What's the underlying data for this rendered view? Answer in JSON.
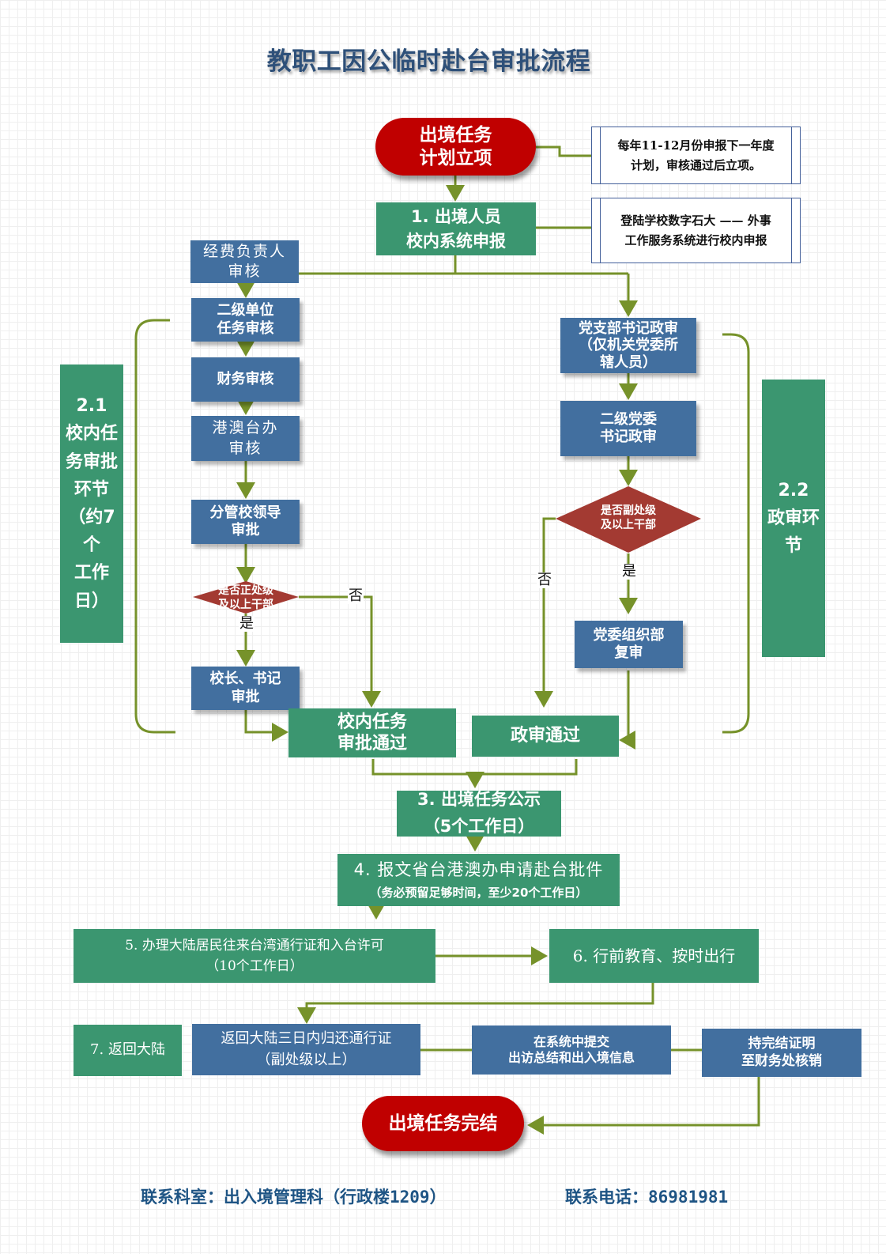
{
  "title": "教职工因公临时赴台审批流程",
  "colors": {
    "blue_box": "#426f9f",
    "green_box": "#3b9670",
    "red_terminal": "#c00000",
    "decision": "#a33a32",
    "connector": "#76922a",
    "title": "#2e5079",
    "footer": "#1e5484"
  },
  "start": {
    "line1": "出境任务",
    "line2": "计划立项"
  },
  "notes": {
    "plan": {
      "line1": "每年11-12月份申报下一年度",
      "line2": "计划，审核通过后立项。"
    },
    "system": {
      "line1": "登陆学校数字石大 —— 外事",
      "line2": "工作服务系统进行校内申报"
    }
  },
  "step1": {
    "line1": "1. 出境人员",
    "line2": "校内系统申报"
  },
  "section_2_1": {
    "lines": [
      "2.1",
      "校内任",
      "务审批",
      "环节",
      "（约7个",
      "工作",
      "日）"
    ]
  },
  "section_2_2": {
    "lines": [
      "2.2",
      "政审环",
      "节"
    ]
  },
  "left_branch": {
    "budget": {
      "line1": "经费负责人",
      "line2": "审核"
    },
    "unit": {
      "line1": "二级单位",
      "line2": "任务审核"
    },
    "finance": {
      "line1": "财务审核"
    },
    "hmt_office": {
      "line1": "港澳台办",
      "line2": "审核"
    },
    "leader": {
      "line1": "分管校领导",
      "line2": "审批"
    },
    "decision": {
      "line1": "是否正处级",
      "line2": "及以上干部",
      "yes": "是",
      "no": "否"
    },
    "president": {
      "line1": "校长、书记",
      "line2": "审批"
    },
    "passed": {
      "line1": "校内任务",
      "line2": "审批通过"
    }
  },
  "right_branch": {
    "branch_secretary": {
      "line1": "党支部书记政审",
      "line2": "（仅机关党委所",
      "line3": "辖人员）"
    },
    "party_committee": {
      "line1": "二级党委",
      "line2": "书记政审"
    },
    "decision": {
      "line1": "是否副处级",
      "line2": "及以上干部",
      "yes": "是",
      "no": "否"
    },
    "org_dept": {
      "line1": "党委组织部",
      "line2": "复审"
    },
    "passed": {
      "line1": "政审通过"
    }
  },
  "step3": {
    "line1": "3. 出境任务公示",
    "line2": "（5个工作日）"
  },
  "step4": {
    "line1": "4. 报文省台港澳办申请赴台批件",
    "line2": "（务必预留足够时间，至少20个工作日）"
  },
  "step5": {
    "line1": "5. 办理大陆居民往来台湾通行证和入台许可",
    "line2": "（10个工作日）"
  },
  "step6": {
    "line1": "6.  行前教育、按时出行"
  },
  "step7": {
    "label": "7. 返回大陆",
    "return_pass": {
      "line1": "返回大陆三日内归还通行证",
      "line2": "（副处级以上）"
    },
    "submit": {
      "line1": "在系统中提交",
      "line2": "出访总结和出入境信息"
    },
    "reimburse": {
      "line1": "持完结证明",
      "line2": "至财务处核销"
    }
  },
  "end": {
    "label": "出境任务完结"
  },
  "footer": {
    "office": "联系科室：出入境管理科（行政楼1209）",
    "phone": "联系电话：86981981"
  }
}
